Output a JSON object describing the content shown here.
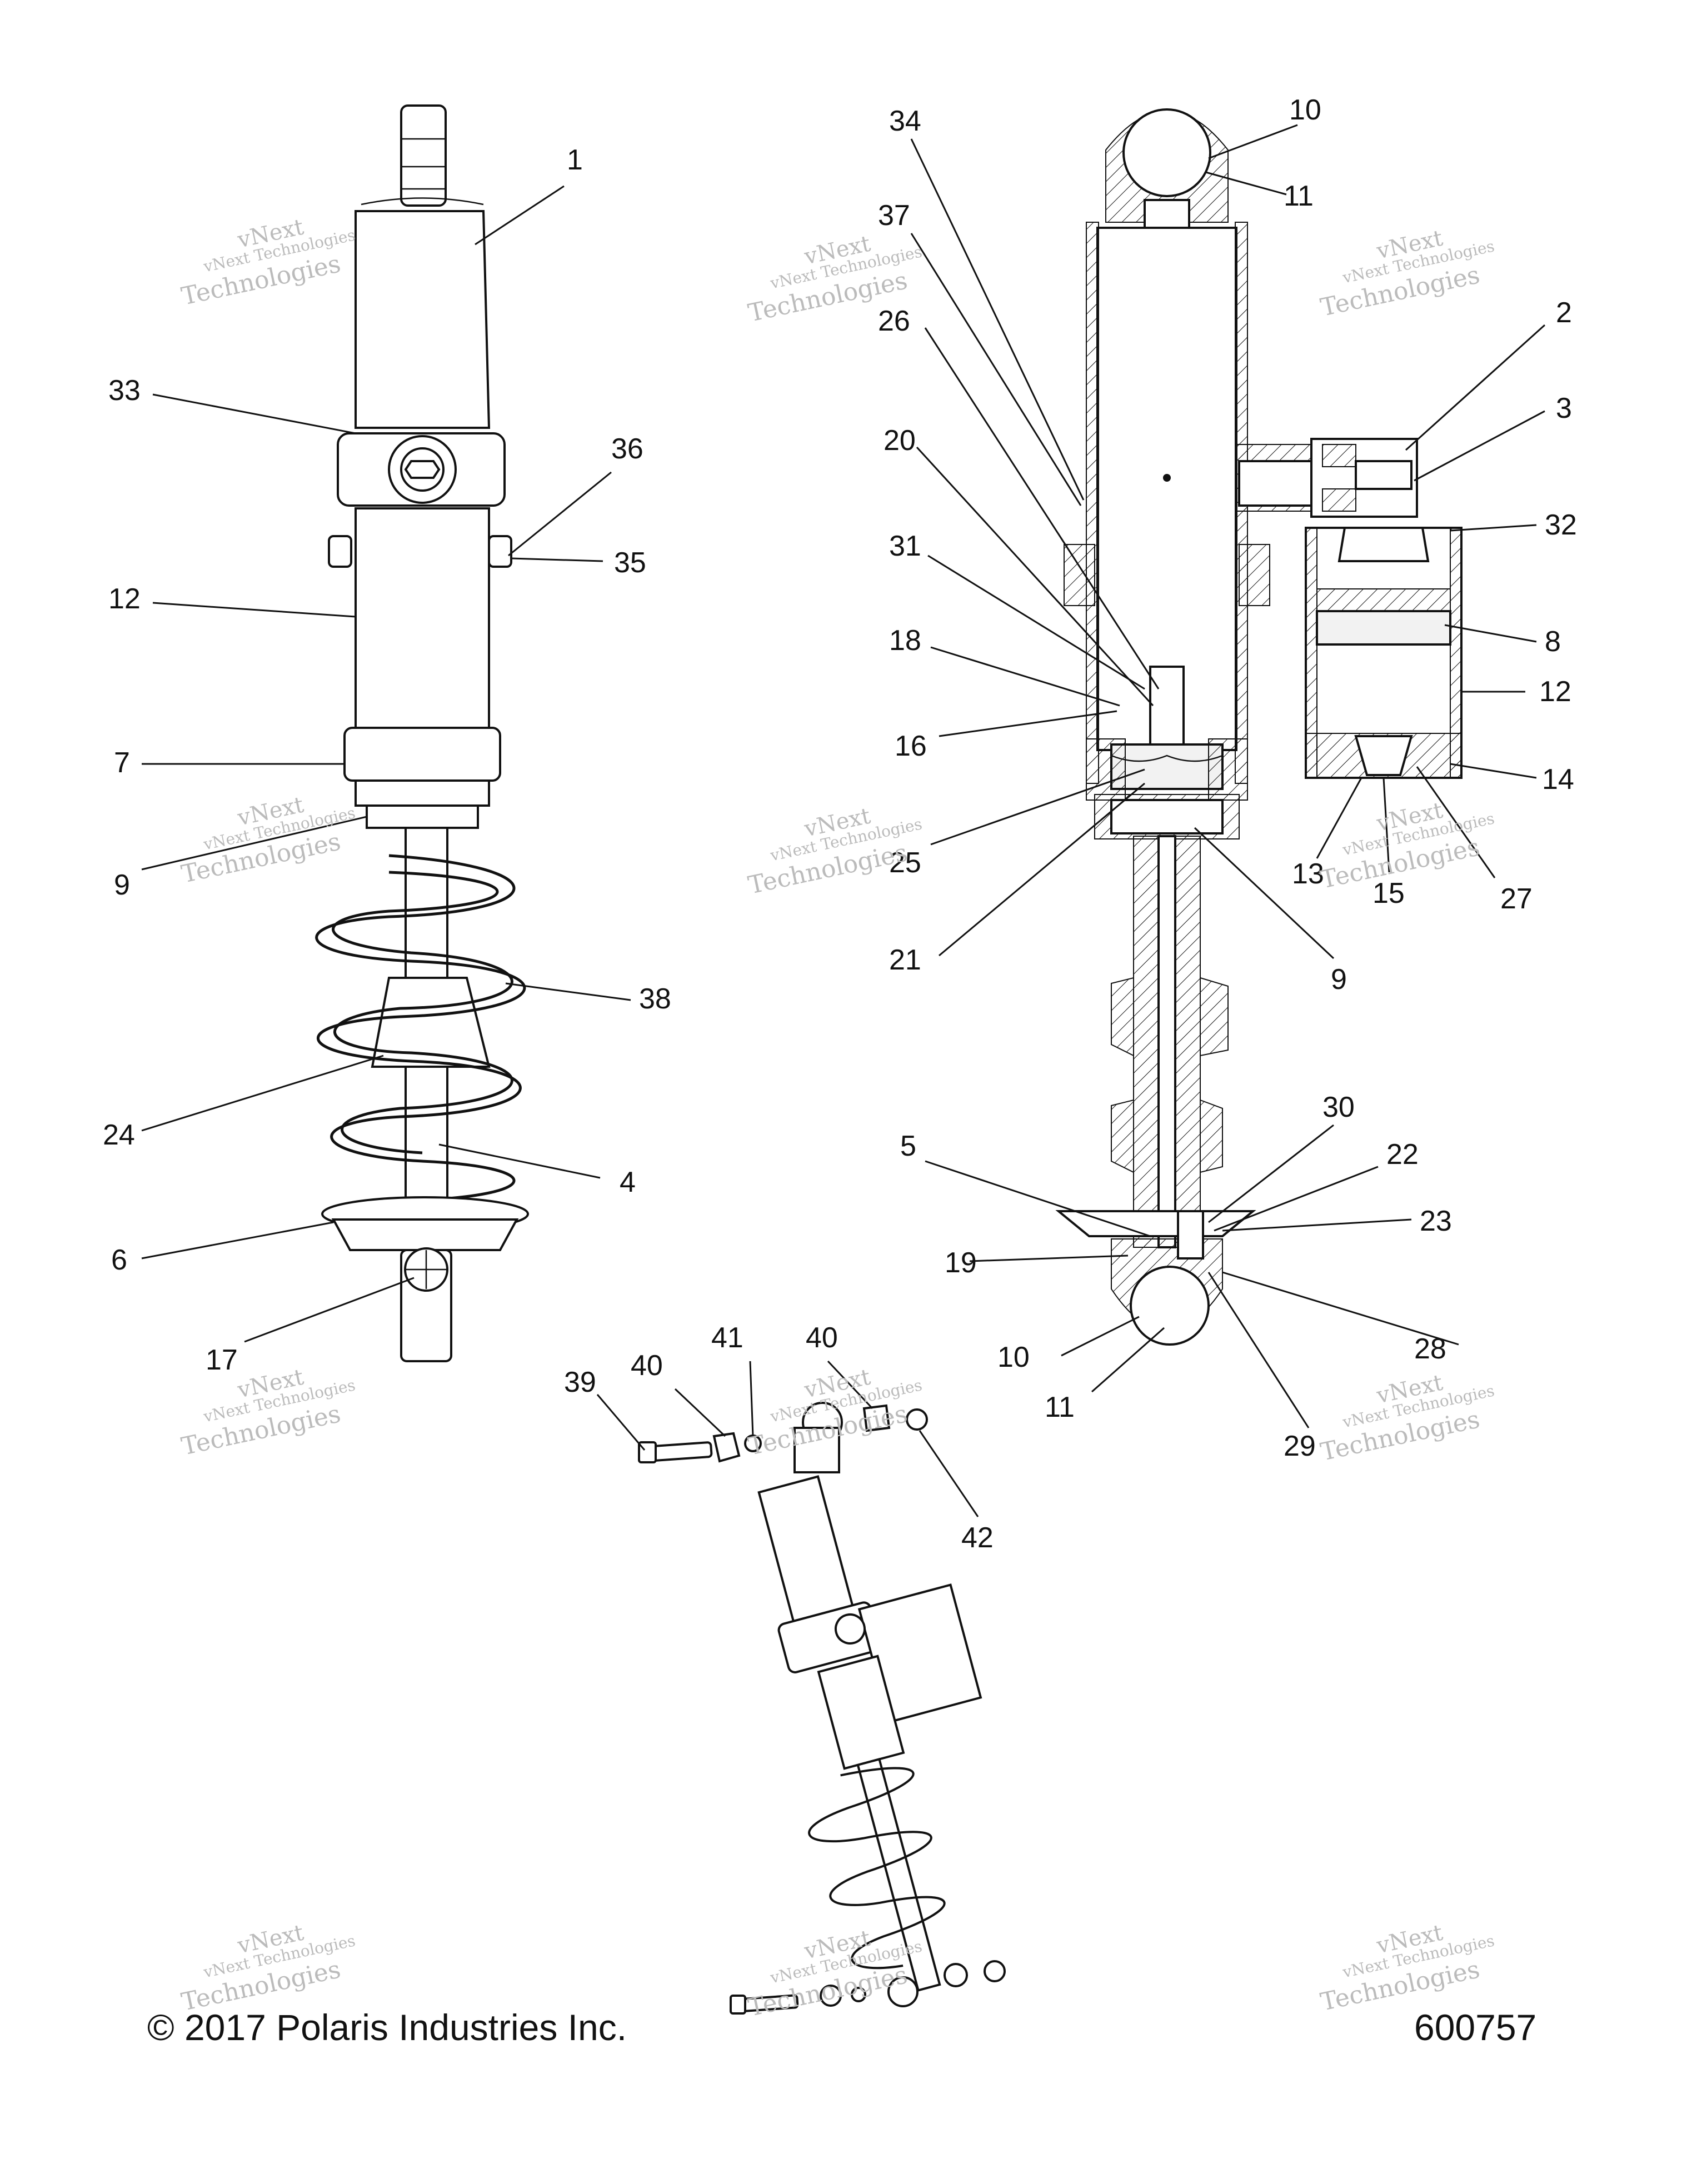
{
  "diagram": {
    "callouts": [
      {
        "id": "c1",
        "label": "1"
      },
      {
        "id": "c33",
        "label": "33"
      },
      {
        "id": "c36",
        "label": "36"
      },
      {
        "id": "c35",
        "label": "35"
      },
      {
        "id": "c12a",
        "label": "12"
      },
      {
        "id": "c7",
        "label": "7"
      },
      {
        "id": "c9a",
        "label": "9"
      },
      {
        "id": "c38",
        "label": "38"
      },
      {
        "id": "c24",
        "label": "24"
      },
      {
        "id": "c4",
        "label": "4"
      },
      {
        "id": "c6",
        "label": "6"
      },
      {
        "id": "c17",
        "label": "17"
      },
      {
        "id": "c34",
        "label": "34"
      },
      {
        "id": "c37",
        "label": "37"
      },
      {
        "id": "c26",
        "label": "26"
      },
      {
        "id": "c20",
        "label": "20"
      },
      {
        "id": "c31",
        "label": "31"
      },
      {
        "id": "c18",
        "label": "18"
      },
      {
        "id": "c16",
        "label": "16"
      },
      {
        "id": "c25",
        "label": "25"
      },
      {
        "id": "c21",
        "label": "21"
      },
      {
        "id": "c9b",
        "label": "9"
      },
      {
        "id": "c10a",
        "label": "10"
      },
      {
        "id": "c11a",
        "label": "11"
      },
      {
        "id": "c2",
        "label": "2"
      },
      {
        "id": "c3",
        "label": "3"
      },
      {
        "id": "c32",
        "label": "32"
      },
      {
        "id": "c8",
        "label": "8"
      },
      {
        "id": "c12b",
        "label": "12"
      },
      {
        "id": "c14",
        "label": "14"
      },
      {
        "id": "c13",
        "label": "13"
      },
      {
        "id": "c15",
        "label": "15"
      },
      {
        "id": "c27",
        "label": "27"
      },
      {
        "id": "c30",
        "label": "30"
      },
      {
        "id": "c5",
        "label": "5"
      },
      {
        "id": "c22",
        "label": "22"
      },
      {
        "id": "c23",
        "label": "23"
      },
      {
        "id": "c19",
        "label": "19"
      },
      {
        "id": "c28",
        "label": "28"
      },
      {
        "id": "c10b",
        "label": "10"
      },
      {
        "id": "c11b",
        "label": "11"
      },
      {
        "id": "c29",
        "label": "29"
      },
      {
        "id": "c39",
        "label": "39"
      },
      {
        "id": "c40a",
        "label": "40"
      },
      {
        "id": "c41",
        "label": "41"
      },
      {
        "id": "c40b",
        "label": "40"
      },
      {
        "id": "c42",
        "label": "42"
      }
    ],
    "watermark": {
      "line1": "vNext Technologies",
      "line2": "vNext",
      "line3": "Technologies"
    }
  },
  "footer": {
    "copyright": "© 2017 Polaris Industries Inc.",
    "figure_number": "600757"
  }
}
